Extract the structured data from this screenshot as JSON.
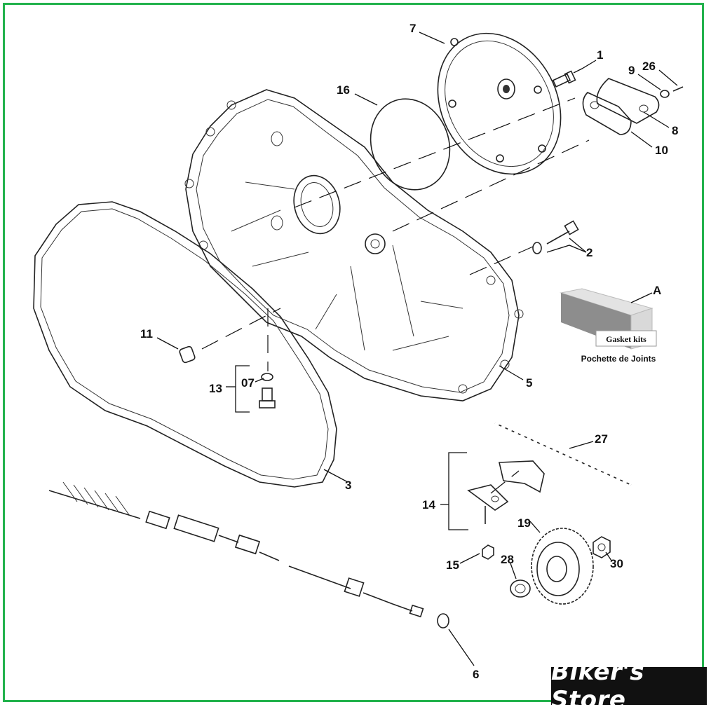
{
  "labels": {
    "p1": "1",
    "p2": "2",
    "p3": "3",
    "p5": "5",
    "p6": "6",
    "p7": "7",
    "p8": "8",
    "p9": "9",
    "p10": "10",
    "p11": "11",
    "p13": "13",
    "p07": "07",
    "p14": "14",
    "p15": "15",
    "p16": "16",
    "p19": "19",
    "p26": "26",
    "p27": "27",
    "p28": "28",
    "p30": "30",
    "pA": "A"
  },
  "gasket_box": {
    "label": "Gasket kits",
    "caption": "Pochette de Joints"
  },
  "logo": "Biker's Store",
  "colors": {
    "frame": "#22b24c",
    "logo_bg": "#111111",
    "box_side": "#8d8d8d"
  }
}
